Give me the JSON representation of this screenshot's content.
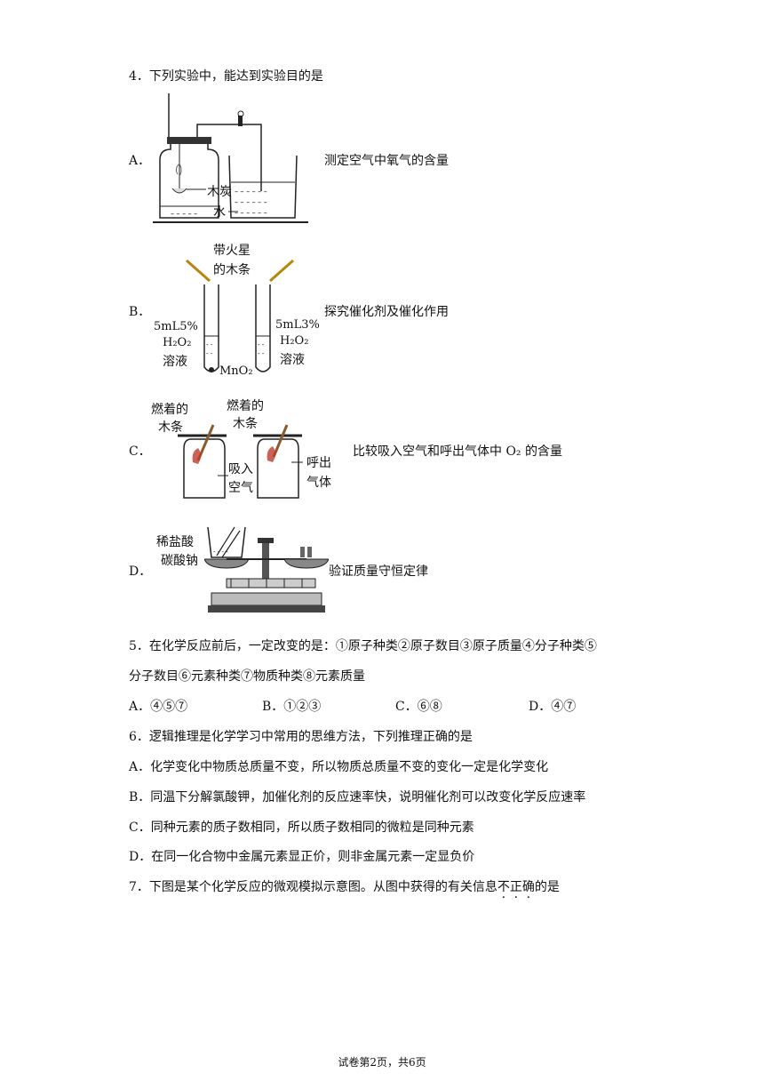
{
  "q4": {
    "stem": "4．下列实验中，能达到实验目的是",
    "options": [
      {
        "letter": "A．",
        "desc": "测定空气中氧气的含量",
        "fig_labels": [
          "木炭",
          "水"
        ]
      },
      {
        "letter": "B．",
        "desc": "探究催化剂及催化作用",
        "fig_labels": [
          "带火星",
          "的木条",
          "5mL5%",
          "H₂O₂",
          "溶液",
          "MnO₂",
          "5mL3%",
          "H₂O₂",
          "溶液"
        ]
      },
      {
        "letter": "C．",
        "desc": "比较吸入空气和呼出气体中 O₂ 的含量",
        "fig_labels": [
          "燃着的",
          "木条",
          "燃着的",
          "木条",
          "吸入",
          "空气",
          "呼出",
          "气体"
        ]
      },
      {
        "letter": "D．",
        "desc": "验证质量守恒定律",
        "fig_labels": [
          "稀盐酸",
          "碳酸钠"
        ]
      }
    ]
  },
  "q5": {
    "stem_line1": "5．在化学反应前后，一定改变的是：①原子种类②原子数目③原子质量④分子种类⑤",
    "stem_line2": "分子数目⑥元素种类⑦物质种类⑧元素质量",
    "options": [
      "A．④⑤⑦",
      "B．①②③",
      "C．⑥⑧",
      "D．④⑦"
    ]
  },
  "q6": {
    "stem": "6．逻辑推理是化学学习中常用的思维方法，下列推理正确的是",
    "options": [
      "A．化学变化中物质总质量不变，所以物质总质量不变的变化一定是化学变化",
      "B．同温下分解氯酸钾，加催化剂的反应速率快，说明催化剂可以改变化学反应速率",
      "C．同种元素的质子数相同，所以质子数相同的微粒是同种元素",
      "D．在同一化合物中金属元素显正价，则非金属元素一定显负价"
    ]
  },
  "q7": {
    "stem_pre": "7．下图是某个化学反应的微观模拟示意图。从图中获得的有关信息",
    "stem_emph": "不正确",
    "stem_post": "的是"
  },
  "footer": "试卷第2页，共6页"
}
